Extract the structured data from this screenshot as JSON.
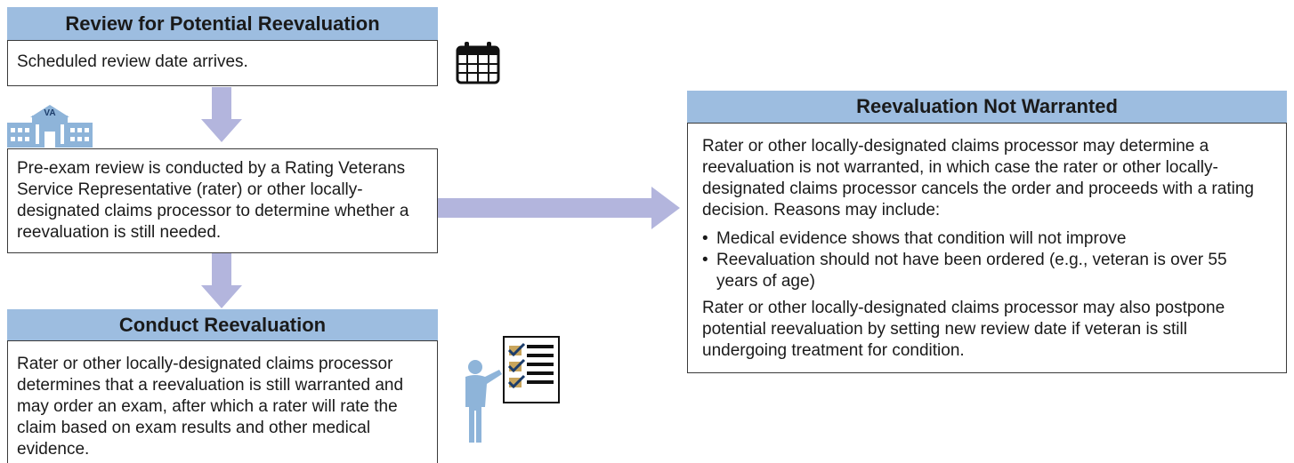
{
  "review": {
    "header": "Review for Potential Reevaluation",
    "scheduled_text": "Scheduled review date arrives.",
    "preexam_text": "Pre-exam review is conducted by a Rating Veterans Service Representative (rater) or other locally-designated claims processor to determine whether a reevaluation is still needed."
  },
  "conduct": {
    "header": "Conduct Reevaluation",
    "text": "Rater or other locally-designated claims processor determines that a reevaluation is still warranted and may order an exam, after which a rater will rate the claim based on exam results and other medical evidence."
  },
  "not_warranted": {
    "header": "Reevaluation Not Warranted",
    "intro": "Rater or other locally-designated claims processor may determine a reevaluation is not warranted, in which case the rater or other locally-designated claims processor cancels the order and proceeds with a rating decision. Reasons may include:",
    "reasons": [
      "Medical evidence shows that condition will not improve",
      "Reevaluation should not have been ordered (e.g., veteran is over 55 years of age)"
    ],
    "postpone": "Rater or other locally-designated claims processor may also postpone potential reevaluation by setting new review date if veteran is still undergoing treatment for condition."
  },
  "building_sign": "VA",
  "icons": [
    "calendar-icon",
    "va-building-icon",
    "person-checklist-icon"
  ],
  "colors": {
    "header_fill": "#9dbde0",
    "arrow_fill": "#b3b5dd",
    "icon_blue": "#8eb4d9",
    "icon_dark": "#111111"
  }
}
